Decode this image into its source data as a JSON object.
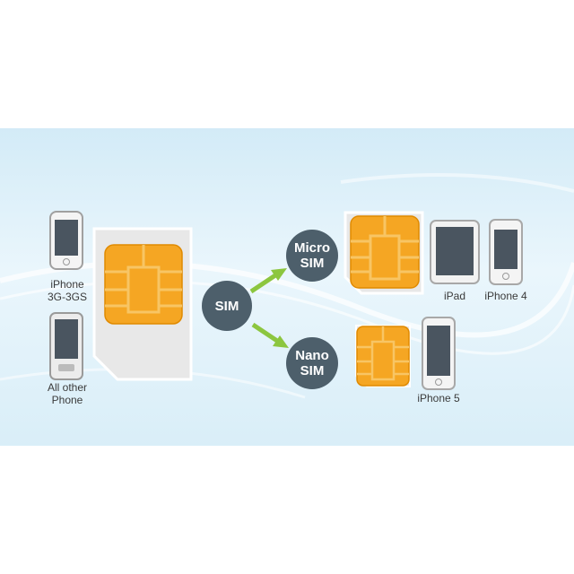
{
  "devices": {
    "iphone_3g": "iPhone\n3G-3GS",
    "other_phone": "All other\nPhone",
    "ipad": "iPad",
    "iphone4": "iPhone 4",
    "iphone5": "iPhone 5"
  },
  "badges": {
    "sim": "SIM",
    "micro": "Micro\nSIM",
    "nano": "Nano\nSIM"
  },
  "colors": {
    "badge": "#4d5f6b",
    "arrow": "#8cc63f",
    "chip": "#f5a623"
  }
}
